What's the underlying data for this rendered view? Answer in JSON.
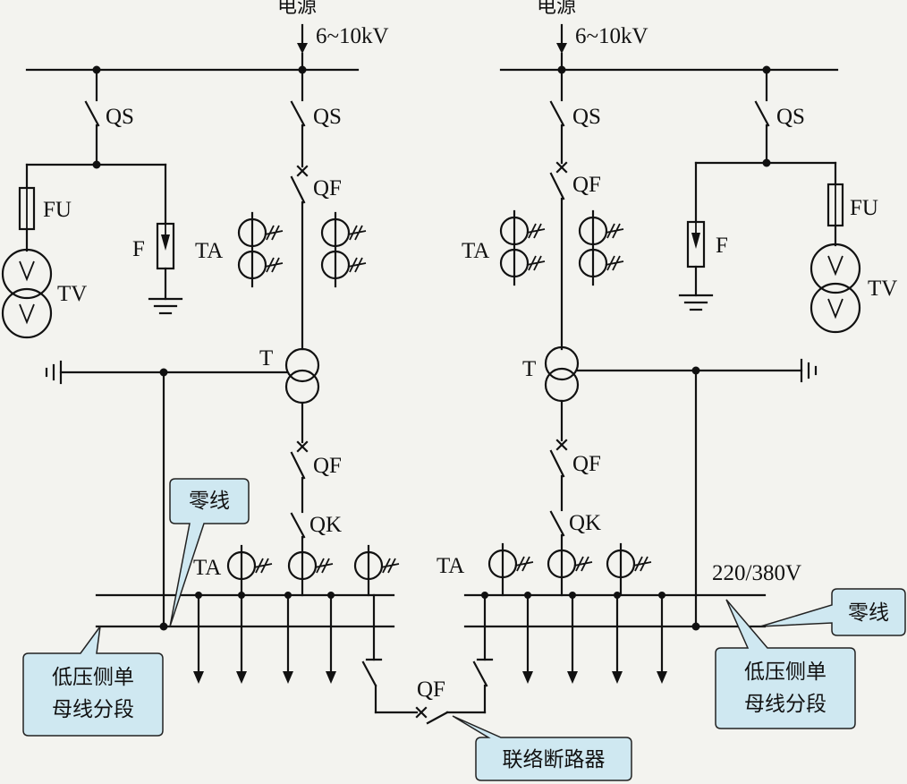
{
  "source_label": "电源",
  "voltage_hv": "6~10kV",
  "voltage_lv": "220/380V",
  "labels": {
    "qs": "QS",
    "qf": "QF",
    "fu": "FU",
    "tv": "TV",
    "f": "F",
    "ta": "TA",
    "t": "T",
    "qk": "QK"
  },
  "callouts": {
    "neutral": "零线",
    "lv_bus_line1": "低压侧单",
    "lv_bus_line2": "母线分段",
    "tie_breaker": "联络断路器"
  }
}
